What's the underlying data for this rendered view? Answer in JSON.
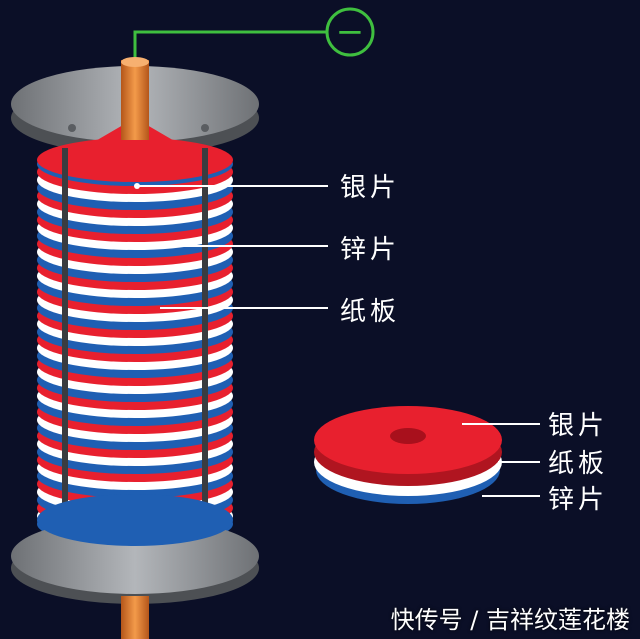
{
  "colors": {
    "background": "#0b0f27",
    "silver": "#e8202e",
    "zinc": "#1f5fb3",
    "paper": "#ffffff",
    "plate": "#8f9296",
    "terminal": "#e07a22",
    "wire": "#3fbf3f"
  },
  "terminal_top": {
    "symbol": "−"
  },
  "labels": {
    "silver": "银片",
    "zinc": "锌片",
    "paper": "纸板"
  },
  "detail_labels": {
    "silver": "银片",
    "paper": "纸板",
    "zinc": "锌片"
  },
  "watermark": "快传号 / 吉祥纹莲花楼"
}
